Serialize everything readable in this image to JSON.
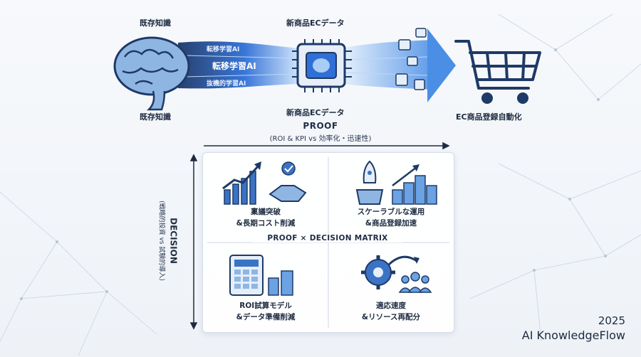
{
  "pipeline": {
    "existing_knowledge_top": "既存知識",
    "existing_knowledge_bottom": "既存知識",
    "transfer_ai_main": "転移学習AI",
    "transfer_ai_small_top": "転移学習AI",
    "transfer_ai_small_bottom": "抜機的学習AI",
    "new_data_top": "新商品ECデータ",
    "new_data_bottom": "新商品ECデータ",
    "result": "EC商品登録自動化"
  },
  "axes": {
    "proof_title": "PROOF",
    "proof_subtitle": "(ROI & KPI vs 効率化・迅速性)",
    "decision_title": "DECISION",
    "decision_subtitle": "(戦略的投資 vs 試験的導入)"
  },
  "matrix": {
    "label": "PROOF × DECISION MATRIX",
    "cells": [
      {
        "line1": "稟議突破",
        "line2": "&長期コスト削減"
      },
      {
        "line1": "スケーラブルな運用",
        "line2": "&商品登録加速"
      },
      {
        "line1": "ROI試算モデル",
        "line2": "&データ準備削減"
      },
      {
        "line1": "適応速度",
        "line2": "&リソース再配分"
      }
    ]
  },
  "brand": {
    "year": "2025",
    "name": "AI KnowledgeFlow"
  },
  "colors": {
    "accent": "#2f6fd6",
    "dark": "#1e2b40",
    "light_blue": "#9cc4f2"
  }
}
